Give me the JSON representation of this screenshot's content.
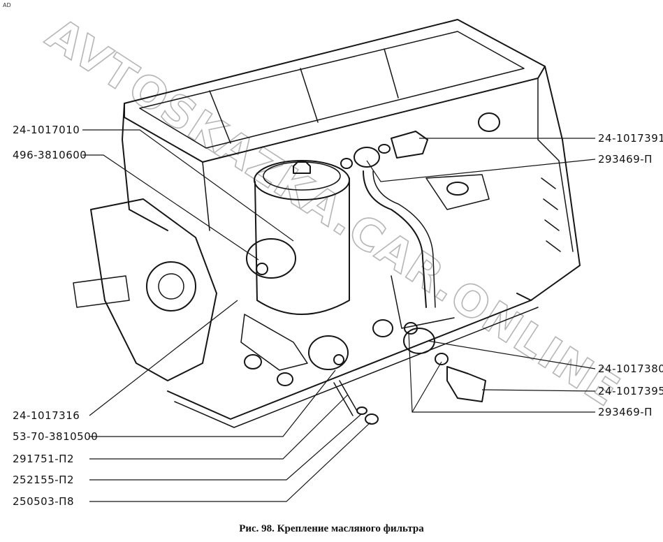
{
  "corner_mark": "AD",
  "watermark": "AVTOSKAZKA.CAR.ONLINE",
  "caption": "Рис. 98. Крепление масляного фильтра",
  "labels_left": [
    {
      "id": "l1",
      "text": "24-1017010"
    },
    {
      "id": "l2",
      "text": "496-3810600"
    },
    {
      "id": "l3",
      "text": "24-1017316"
    },
    {
      "id": "l4",
      "text": "53-70-3810500"
    },
    {
      "id": "l5",
      "text": "291751-П2"
    },
    {
      "id": "l6",
      "text": "252155-П2"
    },
    {
      "id": "l7",
      "text": "250503-П8"
    }
  ],
  "labels_right": [
    {
      "id": "r1",
      "text": "24-1017391"
    },
    {
      "id": "r2",
      "text": "293469-П"
    },
    {
      "id": "r3",
      "text": "24-1017380"
    },
    {
      "id": "r4",
      "text": "24-1017395"
    },
    {
      "id": "r5",
      "text": "293469-П"
    }
  ]
}
